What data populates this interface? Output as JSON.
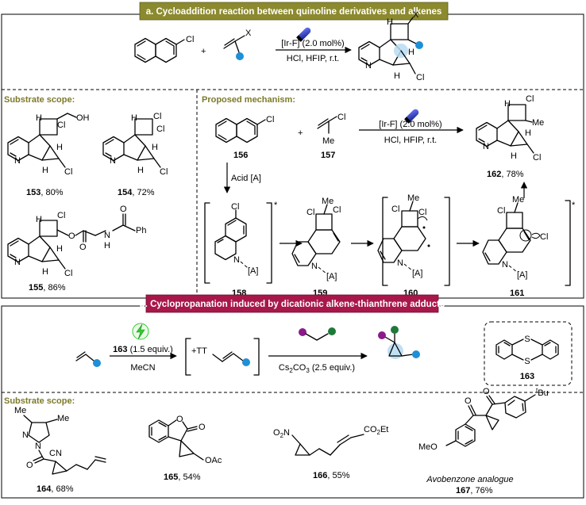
{
  "section_a": {
    "title": "a. Cycloaddition reaction between quinoline derivatives and alkenes",
    "title_bg": "#8c8a2e",
    "plus": "+",
    "x_label": "X",
    "cl": "Cl",
    "h": "H",
    "n": "N",
    "catalyst": "[Ir-F] (2.0 mol%)",
    "conditions": "HCl, HFIP, r.t."
  },
  "substrate_scope_a": {
    "heading": "Substrate scope:",
    "oh": "OH",
    "c153": "153",
    "y153": ", 80%",
    "c154": "154",
    "y154": ", 72%",
    "c155": "155",
    "y155": ", 86%",
    "o": "O",
    "nh": "N",
    "nh_h": "H",
    "ph": "Ph"
  },
  "mechanism": {
    "heading": "Proposed mechanism:",
    "plus": "+",
    "me": "Me",
    "c156": "156",
    "c157": "157",
    "catalyst": "[Ir-F] (2.0 mol%)",
    "conditions": "HCl, HFIP, r.t.",
    "c162": "162",
    "y162": ", 78%",
    "acid": "Acid [A]",
    "a_tag": "[A]",
    "star": "*",
    "c158": "158",
    "c159": "159",
    "c160": "160",
    "c161": "161"
  },
  "section_b": {
    "title": "b. Cyclopropanation induced by dicationic alkene-thianthrene adducts",
    "title_bg": "#a8174a",
    "reagent": "163",
    "reagent_amt": " (1.5 equiv.)",
    "solvent": "MeCN",
    "tt": "+TT",
    "base": "Cs",
    "base_sub": "2",
    "base_rest": "CO",
    "base_sub2": "3",
    "base_amt": " (2.5 equiv.)",
    "s": "S",
    "c163": "163"
  },
  "substrate_scope_b": {
    "heading": "Substrate scope:",
    "me": "Me",
    "cn": "CN",
    "o": "O",
    "n": "N",
    "oac": "OAc",
    "o2n": "O",
    "o2n_sub": "2",
    "o2n_n": "N",
    "co2et": "CO",
    "co2et_sub": "2",
    "co2et_et": "Et",
    "meo": "MeO",
    "tbu_t": "t",
    "tbu": "Bu",
    "c164": "164",
    "y164": ", 68%",
    "c165": "165",
    "y165": ", 54%",
    "c166": "166",
    "y166": ", 55%",
    "avo": "Avobenzone analogue",
    "c167": "167",
    "y167": ", 76%"
  },
  "colors": {
    "blue_dot": "#1f8fd6",
    "purple_dot": "#8b1a8b",
    "green_dot": "#1f7a3a",
    "highlight": "#b9dcf2",
    "lamp": "#2233aa",
    "bolt": "#33cc33",
    "olive": "#7d7a2a"
  }
}
